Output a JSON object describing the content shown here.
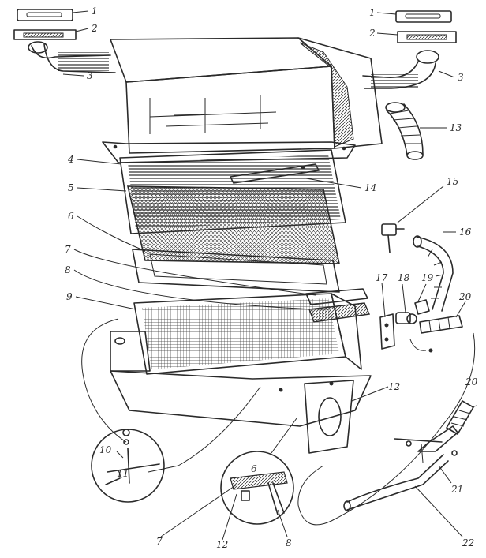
{
  "labels": {
    "c1_left": "1",
    "c2_left": "2",
    "c3_left": "3",
    "c1_right": "1",
    "c2_right": "2",
    "c3_right": "3",
    "c13": "13",
    "c4": "4",
    "c14": "14",
    "c5": "5",
    "c15": "15",
    "c6": "6",
    "c16": "16",
    "c7": "7",
    "c8": "8",
    "c17": "17",
    "c18": "18",
    "c19": "19",
    "c20a": "20",
    "c9": "9",
    "c12_main": "12",
    "c20b": "20",
    "c10": "10",
    "c11": "11",
    "c21": "21",
    "c6_detail": "6",
    "c7_detail": "7",
    "c12_detail": "12",
    "c8_detail": "8",
    "c22": "22"
  }
}
